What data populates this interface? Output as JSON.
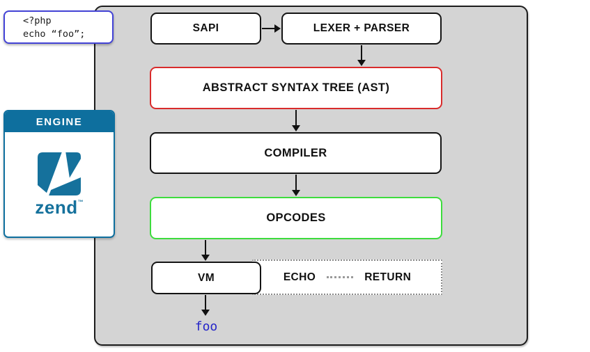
{
  "colors": {
    "panel_bg": "#d4d4d4",
    "panel_border": "#1c1c1c",
    "box_border": "#141414",
    "ast_border": "#d92b2b",
    "opcodes_border": "#3ddc3d",
    "code_text_blue": "#2424c8",
    "code_box_border": "#4343d6",
    "zend_blue": "#15719c",
    "engine_header_bg": "#0e6f9e"
  },
  "code_snippet": {
    "line1": "<?php",
    "line2": "echo “foo”;"
  },
  "engine_card": {
    "header_label": "ENGINE",
    "brand_name": "zend",
    "trademark": "™"
  },
  "pipeline": {
    "sapi_label": "SAPI",
    "lexer_parser_label": "LEXER + PARSER",
    "ast_label": "ABSTRACT SYNTAX TREE (AST)",
    "compiler_label": "COMPILER",
    "opcodes_label": "OPCODES",
    "vm_label": "VM",
    "opcode_list": [
      "ECHO",
      "RETURN"
    ],
    "output_text": "foo"
  }
}
